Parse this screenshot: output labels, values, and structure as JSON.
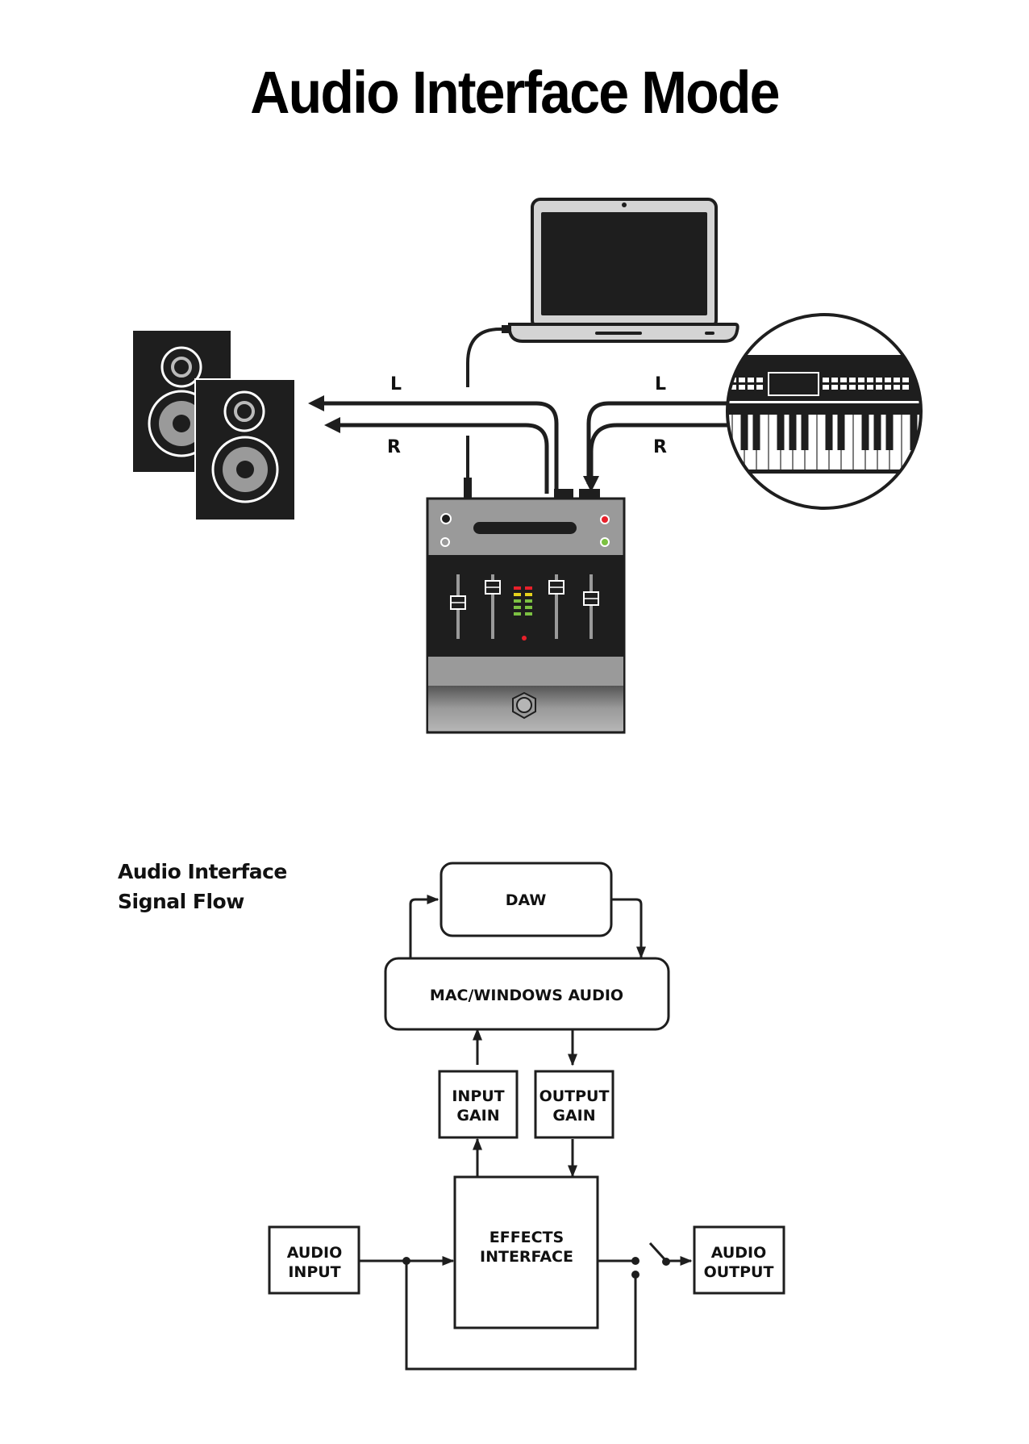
{
  "title": "Audio Interface Mode",
  "hardware_diagram": {
    "devices": [
      "laptop",
      "studio-monitors",
      "audio-interface",
      "keyboard-synth"
    ],
    "speaker_channel_labels": {
      "left": "L",
      "right": "R"
    },
    "keyboard_channel_labels": {
      "left": "L",
      "right": "R"
    },
    "colors": {
      "device_dark": "#1e1e1e",
      "device_gray": "#9a9a9a",
      "laptop_body": "#d4d4d4",
      "led_red": "#e8202a",
      "led_yellow": "#e6d21c",
      "led_green": "#7cc142"
    }
  },
  "signal_flow": {
    "heading_line1": "Audio Interface",
    "heading_line2": "Signal Flow",
    "nodes": {
      "daw": "DAW",
      "os_audio": "MAC/WINDOWS AUDIO",
      "input_gain_1": "INPUT",
      "input_gain_2": "GAIN",
      "output_gain_1": "OUTPUT",
      "output_gain_2": "GAIN",
      "effects_1": "EFFECTS",
      "effects_2": "INTERFACE",
      "audio_input_1": "AUDIO",
      "audio_input_2": "INPUT",
      "audio_output_1": "AUDIO",
      "audio_output_2": "OUTPUT"
    },
    "edges": [
      [
        "MAC/WINDOWS AUDIO",
        "DAW"
      ],
      [
        "DAW",
        "MAC/WINDOWS AUDIO"
      ],
      [
        "INPUT GAIN",
        "MAC/WINDOWS AUDIO"
      ],
      [
        "MAC/WINDOWS AUDIO",
        "OUTPUT GAIN"
      ],
      [
        "EFFECTS INTERFACE",
        "INPUT GAIN"
      ],
      [
        "OUTPUT GAIN",
        "EFFECTS INTERFACE"
      ],
      [
        "AUDIO INPUT",
        "EFFECTS INTERFACE"
      ],
      [
        "EFFECTS INTERFACE",
        "switch"
      ],
      [
        "AUDIO INPUT",
        "switch (bypass)"
      ],
      [
        "switch",
        "AUDIO OUTPUT"
      ]
    ]
  }
}
